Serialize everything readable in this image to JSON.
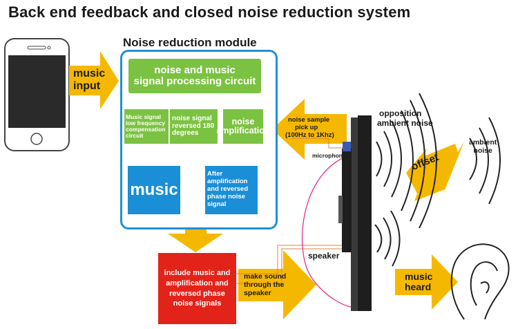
{
  "title": "Back end feedback and closed noise reduction system",
  "module_title": "Noise reduction module",
  "arrows": {
    "music_input": [
      "music",
      "input"
    ],
    "offset": "offset",
    "make_sound": [
      "make sound",
      "through the",
      "speaker"
    ],
    "music_heard": [
      "music",
      "heard"
    ],
    "noise_sample": [
      "noise sample",
      "pick up",
      "(100Hz to 1Khz)"
    ]
  },
  "boxes": {
    "processing": [
      "noise and music",
      "signal processing circuit"
    ],
    "compensation": [
      "Music signal",
      "low frequency",
      "compensation",
      "circuit"
    ],
    "reversed": [
      "noise signal",
      "reversed 180",
      "degrees"
    ],
    "amplification": [
      "noise",
      "amplification"
    ],
    "music": "music",
    "after_amp": [
      "After",
      "amplification",
      "and reversed",
      "phase noise",
      "signal"
    ],
    "output": [
      "include music and",
      "amplification and",
      "reversed phase",
      "noise signals"
    ]
  },
  "labels": {
    "microphone": "microphone",
    "speaker": "speaker",
    "opposition": [
      "opposition",
      "ambient noise"
    ],
    "ambient": [
      "ambient",
      "noise"
    ]
  },
  "colors": {
    "arrow": "#f5b800",
    "green": "#7cc242",
    "blue": "#1a8fd8",
    "red": "#e2231a",
    "frame": "#1f8fd6"
  }
}
